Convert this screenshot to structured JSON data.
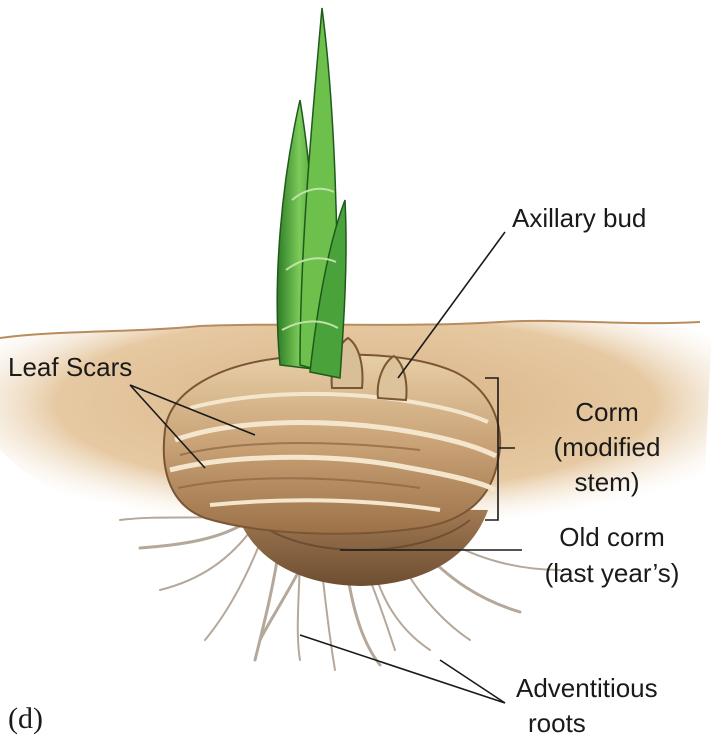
{
  "figure": {
    "panel_label": "(d)",
    "labels": {
      "axillary_bud": "Axillary bud",
      "leaf_scars": "Leaf Scars",
      "corm": [
        "Corm",
        "(modified",
        "stem)"
      ],
      "old_corm": [
        "Old corm",
        "(last year’s)"
      ],
      "adventitious_roots": [
        "Adventitious",
        "roots"
      ]
    },
    "colors": {
      "soil": "#d9b488",
      "soil_light": "#ecd4b2",
      "corm_tan": "#c9a276",
      "corm_dark": "#8a6340",
      "shoot_green": "#5fb544",
      "shoot_dark": "#2e7d27",
      "root": "#b5a89a"
    }
  }
}
